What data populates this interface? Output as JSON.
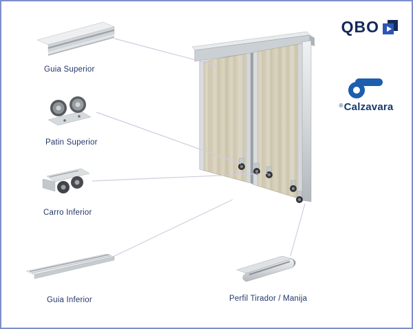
{
  "logos": {
    "qbo": "QBO",
    "registered": "®",
    "calzavara": "Calzavara"
  },
  "components": [
    {
      "id": "guia-superior",
      "label": "Guia Superior"
    },
    {
      "id": "patin-superior",
      "label": "Patin Superior"
    },
    {
      "id": "carro-inferior",
      "label": "Carro Inferior"
    },
    {
      "id": "guia-inferior",
      "label": "Guia Inferior"
    },
    {
      "id": "perfil-tirador-manija",
      "label": "Perfil Tirador / Manija"
    }
  ],
  "colors": {
    "page_border": "#7d8fc9",
    "label_text": "#23366b",
    "logo_navy": "#14285a",
    "calzavara_blue": "#1b5fae",
    "connector_line": "#d2cbe0",
    "wood_panel": "#d6cfba",
    "aluminum": "#ccd1d5"
  }
}
